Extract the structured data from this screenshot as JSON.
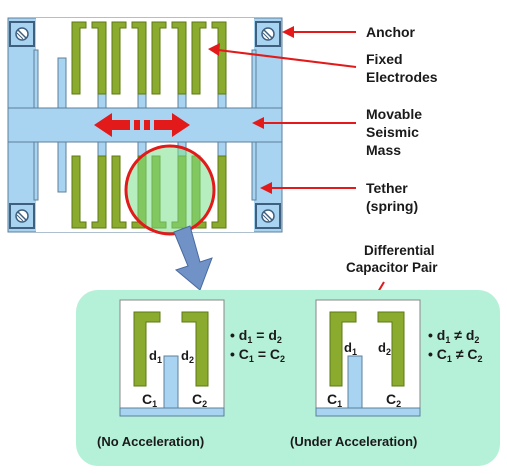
{
  "labels": {
    "anchor": "Anchor",
    "fixed_line1": "Fixed",
    "fixed_line2": "Electrodes",
    "movable_line1": "Movable",
    "movable_line2": "Seismic",
    "movable_line3": "Mass",
    "tether_line1": "Tether",
    "tether_line2": "(spring)",
    "diff_line1": "Differential",
    "diff_line2": "Capacitor Pair"
  },
  "detail_left": {
    "d1": "d",
    "d1_sub": "1",
    "d2": "d",
    "d2_sub": "2",
    "c1": "C",
    "c1_sub": "1",
    "c2": "C",
    "c2_sub": "2",
    "eq1_a": "d",
    "eq1_a_sub": "1",
    "eq1_op": " = ",
    "eq1_b": "d",
    "eq1_b_sub": "2",
    "eq2_a": "C",
    "eq2_a_sub": "1",
    "eq2_op": " = ",
    "eq2_b": "C",
    "eq2_b_sub": "2",
    "caption": "(No Acceleration)"
  },
  "detail_right": {
    "d1": "d",
    "d1_sub": "1",
    "d2": "d",
    "d2_sub": "2",
    "c1": "C",
    "c1_sub": "1",
    "c2": "C",
    "c2_sub": "2",
    "eq1_a": "d",
    "eq1_a_sub": "1",
    "eq1_op": " ≠ ",
    "eq1_b": "d",
    "eq1_b_sub": "2",
    "eq2_a": "C",
    "eq2_a_sub": "1",
    "eq2_op": " ≠ ",
    "eq2_b": "C",
    "eq2_b_sub": "2",
    "caption": "(Under Acceleration)"
  },
  "colors": {
    "electrode_green": "#8bab2e",
    "mass_blue": "#a8d4f2",
    "mass_stroke": "#5d7f9c",
    "arrow_red": "#e21a1a",
    "panel_mint": "#b5f0d8",
    "highlight_green": "#7be08a",
    "pointer_blue": "#7092c6"
  }
}
